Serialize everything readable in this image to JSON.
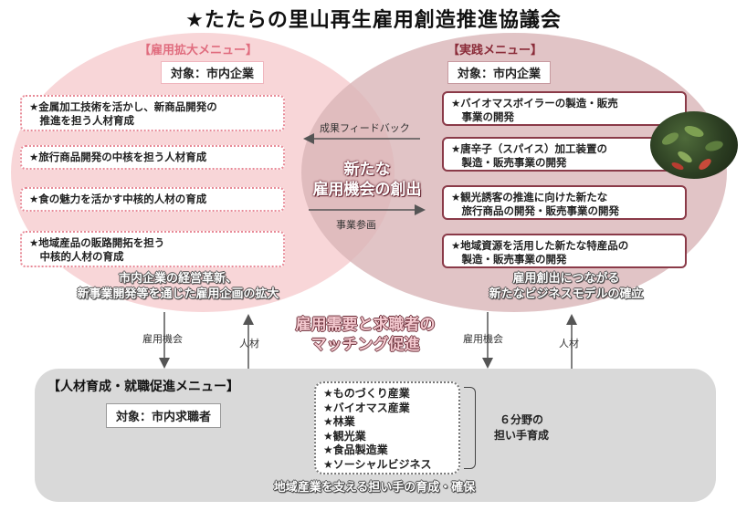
{
  "title": "★たたらの里山再生雇用創造推進協議会",
  "left_menu": {
    "heading": "【雇用拡大メニュー】",
    "target": "対象：市内企業",
    "items": [
      "★金属加工技術を活かし、新商品開発の\n　推進を担う人材育成",
      "★旅行商品開発の中核を担う人材育成",
      "★食の魅力を活かす中核的人材の育成",
      "★地域産品の販路開拓を担う\n　中核的人材の育成"
    ],
    "summary": "市内企業の経営革新、\n新事業開発等を通じた雇用企画の拡大"
  },
  "right_menu": {
    "heading": "【実践メニュー】",
    "target": "対象：市内企業",
    "items": [
      "★バイオマスボイラーの製造・販売\n　事業の開発",
      "★唐辛子（スパイス）加工装置の\n　製造・販売事業の開発",
      "★観光誘客の推進に向けた新たな\n　旅行商品の開発・販売事業の開発",
      "★地域資源を活用した新たな特産品の\n　製造・販売事業の開発"
    ],
    "summary": "雇用創出につながる\n新たなビジネスモデルの確立"
  },
  "center": {
    "feedback": "成果フィードバック",
    "main": "新たな\n雇用機会の創出",
    "participation": "事業参画"
  },
  "matching": "雇用需要と求職者の\nマッチング促進",
  "arrows": {
    "left_down": "雇用機会",
    "left_up": "人材",
    "right_down": "雇用機会",
    "right_up": "人材"
  },
  "bottom_menu": {
    "heading": "【人材育成・就職促進メニュー】",
    "target": "対象：市内求職者",
    "sectors": [
      "★ものづくり産業",
      "★バイオマス産業",
      "★林業",
      "★観光業",
      "★食品製造業",
      "★ソーシャルビジネス"
    ],
    "sector_note": "６分野の\n担い手育成",
    "footer": "地域産業を支える担い手の育成・確保"
  },
  "colors": {
    "left_circle": "#f7d3d5",
    "right_circle": "#d9b5b8",
    "left_accent": "#e06c7e",
    "right_accent": "#8a2b38",
    "bottom_box": "#d9d9d9"
  },
  "photo_icon": "chili-plant-photo"
}
